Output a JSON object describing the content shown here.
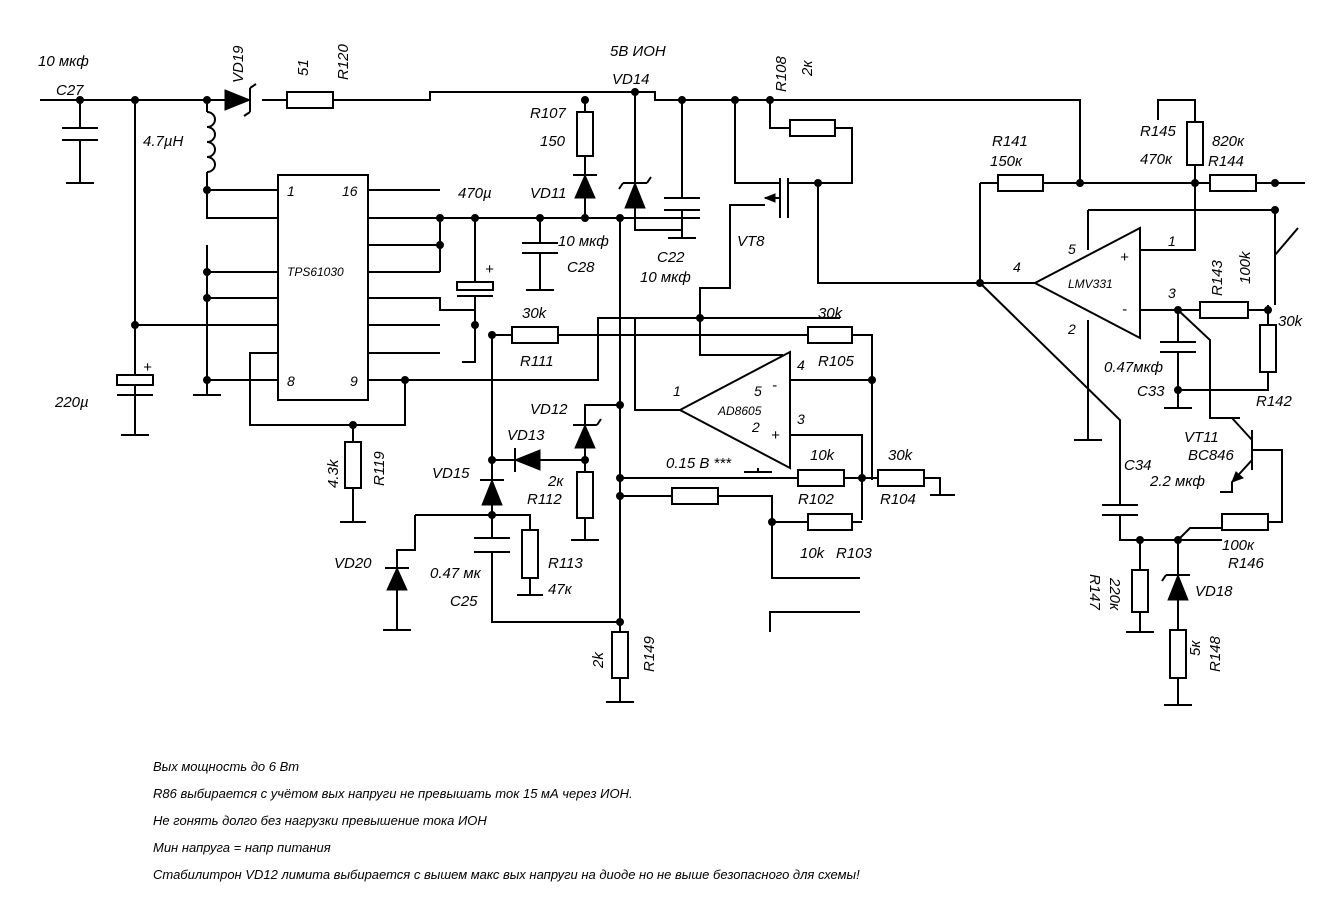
{
  "components": {
    "c27": {
      "ref": "C27",
      "value": "10 мкф"
    },
    "vd19": {
      "ref": "VD19"
    },
    "r120": {
      "ref": "R120",
      "value": "51"
    },
    "l1": {
      "value": "4.7µH"
    },
    "c_220": {
      "value": "220µ"
    },
    "tps61030": {
      "ref": "TPS61030",
      "pin1": "1",
      "pin16": "16",
      "pin8": "8",
      "pin9": "9"
    },
    "c_470": {
      "value": "470µ"
    },
    "r107": {
      "ref": "R107",
      "value": "150"
    },
    "vd11": {
      "ref": "VD11"
    },
    "c28": {
      "ref": "C28",
      "value": "10 мкф"
    },
    "vd14": {
      "ref": "VD14",
      "title": "5В ИОН"
    },
    "c22": {
      "ref": "C22",
      "value": "10 мкф"
    },
    "r108": {
      "ref": "R108",
      "value": "2к"
    },
    "vt8": {
      "ref": "VT8"
    },
    "r111": {
      "ref": "R111",
      "value": "30k"
    },
    "r105": {
      "ref": "R105",
      "value": "30k"
    },
    "ad8605": {
      "ref": "AD8605",
      "pin1": "1",
      "pin2": "2",
      "pin3": "3",
      "pin4": "4",
      "pin5": "5"
    },
    "vd12": {
      "ref": "VD12"
    },
    "vd13": {
      "ref": "VD13"
    },
    "r112": {
      "ref": "R112",
      "value": "2к"
    },
    "r119": {
      "ref": "R119",
      "value": "4.3k"
    },
    "vd15": {
      "ref": "VD15"
    },
    "vref_note": {
      "text": "0.15 В ***"
    },
    "r102": {
      "ref": "R102",
      "value": "10k"
    },
    "r104": {
      "ref": "R104",
      "value": "30k"
    },
    "r103": {
      "ref": "R103",
      "value": "10k"
    },
    "vd20": {
      "ref": "VD20"
    },
    "c25": {
      "ref": "C25",
      "value": "0.47 мк"
    },
    "r113": {
      "ref": "R113",
      "value": "47к"
    },
    "r149": {
      "ref": "R149",
      "value": "2k"
    },
    "r141": {
      "ref": "R141",
      "value": "150к"
    },
    "r145": {
      "ref": "R145",
      "value": "470к"
    },
    "r144": {
      "ref": "R144",
      "value": "820к"
    },
    "lmv331": {
      "ref": "LMV331",
      "pin1": "1",
      "pin2": "2",
      "pin3": "3",
      "pin4": "4",
      "pin5": "5"
    },
    "r143": {
      "ref": "R143",
      "value": "100k"
    },
    "r142": {
      "ref": "R142",
      "value": "30k"
    },
    "c33": {
      "ref": "C33",
      "value": "0.47мкф"
    },
    "vt11": {
      "ref": "VT11",
      "value": "BC846"
    },
    "c34": {
      "ref": "C34",
      "value": "2.2 мкф"
    },
    "r146": {
      "ref": "R146",
      "value": "100к"
    },
    "r147": {
      "ref": "R147",
      "value": "220к"
    },
    "vd18": {
      "ref": "VD18"
    },
    "r148": {
      "ref": "R148",
      "value": "5к"
    }
  },
  "notes": [
    "Вых мощность до 6 Вт",
    "R86 выбирается с учётом вых напруги не превышать ток 15 мА через ИОН.",
    "Не гонять долго без нагрузки превышение тока ИОН",
    "Мин напруга = напр питания",
    "Стабилитрон VD12 лимита выбирается с вышем макс вых напруги на диоде но не выше безопасного для схемы!"
  ],
  "polarity": {
    "plus": "+",
    "minus": "-"
  }
}
